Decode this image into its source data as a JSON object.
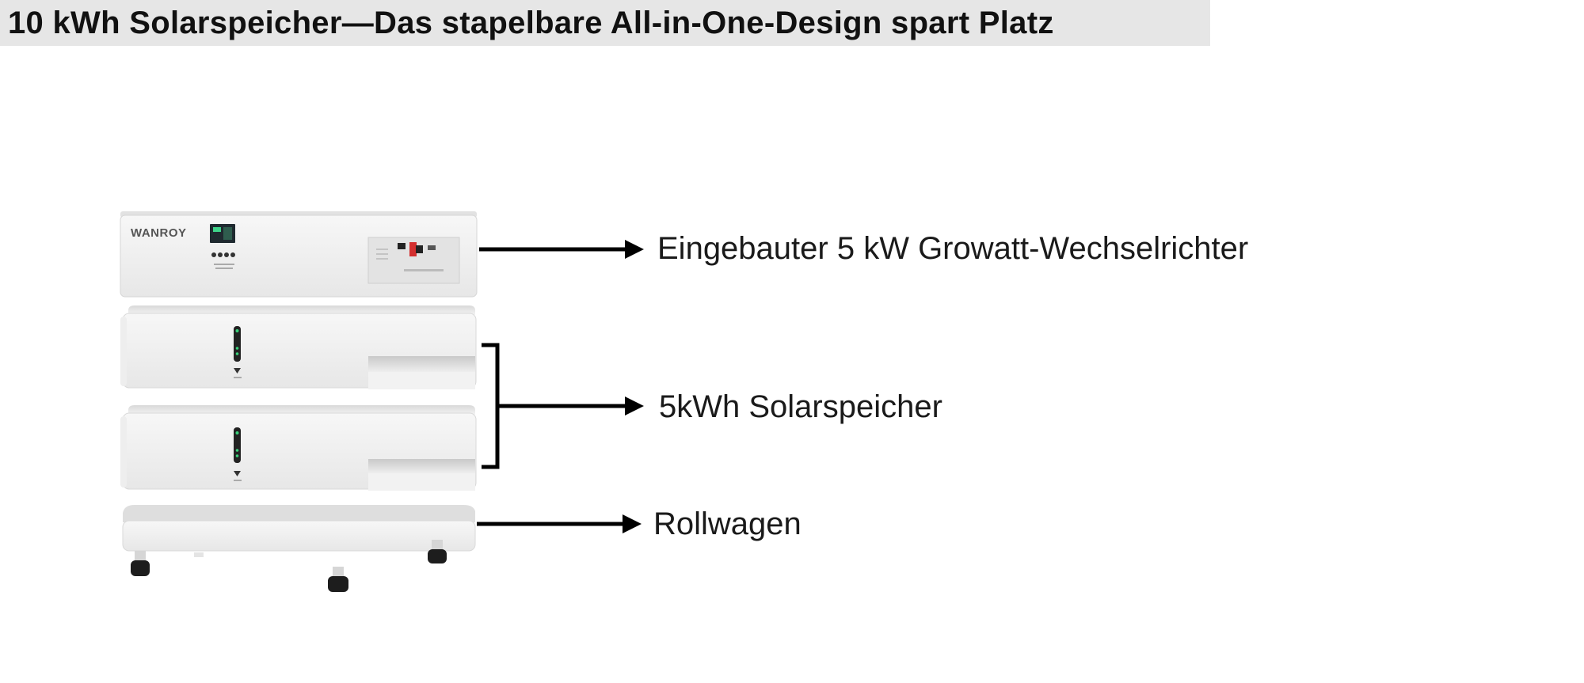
{
  "title": "10 kWh Solarspeicher—Das stapelbare All-in-One-Design spart Platz",
  "product": {
    "brand": "WANROY",
    "components": [
      {
        "id": "inverter",
        "label": "Eingebauter 5 kW Growatt-Wechselrichter"
      },
      {
        "id": "battery",
        "label": "5kWh Solarspeicher"
      },
      {
        "id": "cart",
        "label": "Rollwagen"
      }
    ]
  },
  "colors": {
    "title_background": "#e6e6e6",
    "arrow": "#000000",
    "terminal_red": "#d32f2f"
  }
}
